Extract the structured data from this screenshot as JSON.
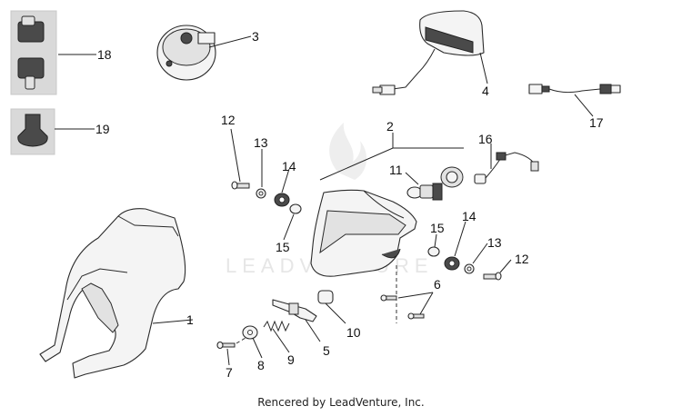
{
  "diagram": {
    "watermark": "LEADVENTURE",
    "callouts": [
      "1",
      "2",
      "3",
      "4",
      "5",
      "6",
      "7",
      "8",
      "9",
      "10",
      "11",
      "12",
      "13",
      "14",
      "15",
      "16",
      "17",
      "18",
      "19"
    ]
  },
  "footer": {
    "credit": "Rencered by LeadVenture, Inc."
  }
}
